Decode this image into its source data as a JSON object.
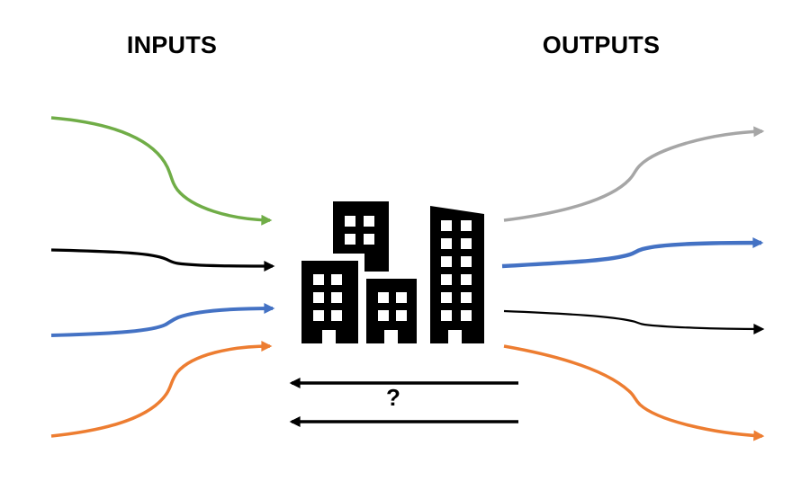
{
  "titles": {
    "inputs": "INPUTS",
    "outputs": "OUTPUTS"
  },
  "labels": {
    "question": "?"
  },
  "colors": {
    "background": "#FFFFFF",
    "text": "#000000",
    "building": "#000000"
  },
  "arrows": {
    "inputs": [
      {
        "name": "green-input-arrow",
        "color": "#70AD47"
      },
      {
        "name": "black-input-arrow",
        "color": "#000000"
      },
      {
        "name": "blue-input-arrow",
        "color": "#4472C4"
      },
      {
        "name": "orange-input-arrow",
        "color": "#ED7D31"
      }
    ],
    "outputs": [
      {
        "name": "gray-output-arrow",
        "color": "#A6A6A6"
      },
      {
        "name": "blue-output-arrow",
        "color": "#4472C4"
      },
      {
        "name": "black-output-arrow",
        "color": "#000000"
      },
      {
        "name": "orange-output-arrow",
        "color": "#ED7D31"
      }
    ],
    "feedback": [
      {
        "name": "feedback-arrow-top",
        "color": "#000000"
      },
      {
        "name": "feedback-arrow-bottom",
        "color": "#000000"
      }
    ]
  },
  "center_icon": "city-buildings"
}
